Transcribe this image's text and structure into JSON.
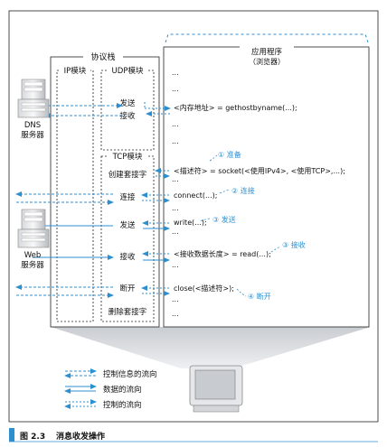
{
  "stack": {
    "title": "协议栈",
    "ip_module": "IP模块",
    "udp_module": "UDP模块",
    "tcp_module": "TCP模块",
    "udp_send": "发送",
    "udp_recv": "接收",
    "create_socket": "创建套接字",
    "connect": "连接",
    "send": "发送",
    "recv": "接收",
    "disconnect": "断开",
    "delete_socket": "删除套接字"
  },
  "app": {
    "title_line1": "应用程序",
    "title_line2": "（浏览器）",
    "ellipsis": "...",
    "code_dns": "<内存地址> = gethostbyname(...);",
    "code_socket": "<描述符> = socket(<使用IPv4>, <使用TCP>,...);",
    "code_connect": "connect(...);",
    "code_write": "write(...);",
    "code_read": "<接收数据长度> = read(...);",
    "code_close": "close(<描述符>);"
  },
  "steps": {
    "s1": "① 准备",
    "s2": "② 连接",
    "s3": "③ 发送",
    "s4": "③ 接收",
    "s5": "④ 断开"
  },
  "servers": {
    "dns_line1": "DNS",
    "dns_line2": "服务器",
    "web_line1": "Web",
    "web_line2": "服务器"
  },
  "legend": {
    "control_info": "控制信息的流向",
    "data_flow": "数据的流向",
    "control_flow": "控制的流向"
  },
  "caption": {
    "label": "图 2.3",
    "text": "消息收发操作"
  },
  "colors": {
    "accent": "#2c8fd0",
    "caption_bar": "#2c8fd0"
  }
}
